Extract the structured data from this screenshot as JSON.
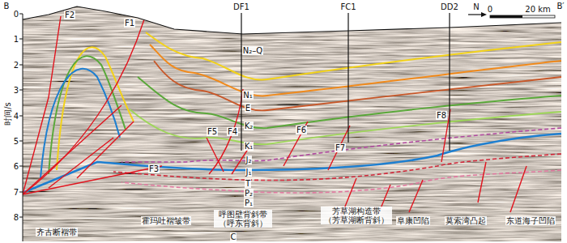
{
  "diagram": {
    "labels": [
      "B",
      "B′",
      "DF1",
      "FC1",
      "DD2",
      "N",
      "0",
      "20 km",
      "0",
      "1",
      "2",
      "3",
      "4",
      "5",
      "6",
      "7",
      "8",
      "时间/s",
      "F2",
      "F1",
      "F5",
      "F4",
      "F6",
      "F7",
      "F8",
      "F3",
      "N₂–Q",
      "N₁",
      "E",
      "K₂",
      "K₁",
      "J₂",
      "J₁",
      "T",
      "P₂",
      "P₁",
      "C",
      "齐古断褶带",
      "霍玛吐褶皱带",
      "呼图壁背斜带 （呼东背斜）",
      "芳草湖构造带 （芳草湖断背斜）",
      "阜康凹陷",
      "莫索湾凸起",
      "东道海子凹陷"
    ]
  }
}
